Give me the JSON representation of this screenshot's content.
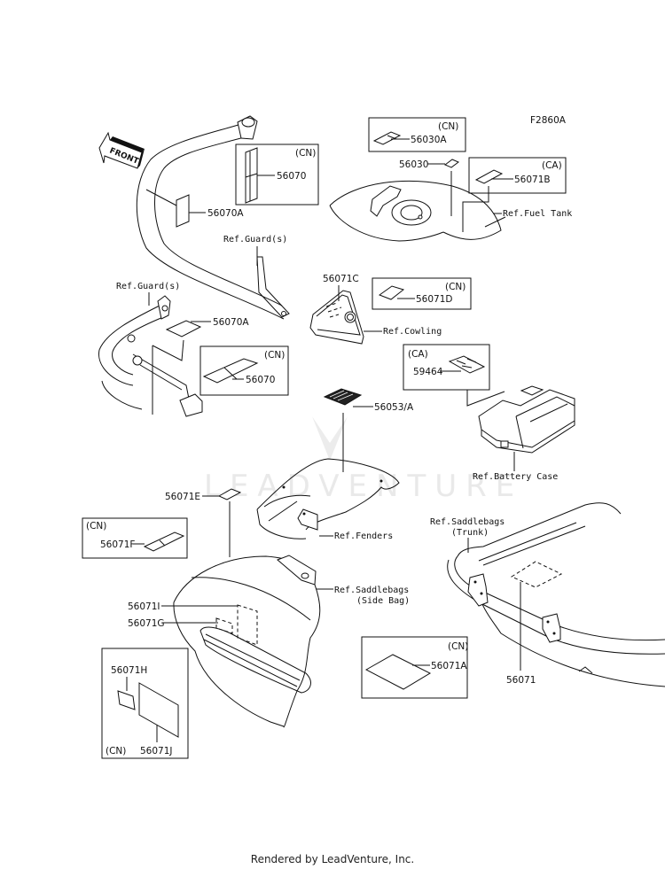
{
  "diagram": {
    "figure_id": "F2860A",
    "front_arrow": "FRONT",
    "watermark": "LEADVENTURE",
    "footer": "Rendered by LeadVenture, Inc."
  },
  "region_tags": {
    "cn": "(CN)",
    "ca": "(CA)"
  },
  "parts": [
    {
      "id": "56030A",
      "region": "CN"
    },
    {
      "id": "56030",
      "region": ""
    },
    {
      "id": "56071B",
      "region": "CA"
    },
    {
      "id": "56070",
      "region": "CN"
    },
    {
      "id": "56070A",
      "region": ""
    },
    {
      "id": "56071C",
      "region": ""
    },
    {
      "id": "56071D",
      "region": "CN"
    },
    {
      "id": "59464",
      "region": "CA"
    },
    {
      "id": "56053/A",
      "region": ""
    },
    {
      "id": "56071E",
      "region": ""
    },
    {
      "id": "56071F",
      "region": "CN"
    },
    {
      "id": "56071I",
      "region": ""
    },
    {
      "id": "56071G",
      "region": ""
    },
    {
      "id": "56071H",
      "region": "CN"
    },
    {
      "id": "56071J",
      "region": "CN"
    },
    {
      "id": "56071A",
      "region": "CN"
    },
    {
      "id": "56071",
      "region": ""
    }
  ],
  "labels": {
    "p56030A": "56030A",
    "p56030": "56030",
    "p56071B": "56071B",
    "p56070_top": "56070",
    "p56070A_top": "56070A",
    "p56070A_low": "56070A",
    "p56070_low": "56070",
    "p56071C": "56071C",
    "p56071D": "56071D",
    "p59464": "59464",
    "p56053A": "56053/A",
    "p56071E": "56071E",
    "p56071F": "56071F",
    "p56071I": "56071I",
    "p56071G": "56071G",
    "p56071H": "56071H",
    "p56071J": "56071J",
    "p56071A": "56071A",
    "p56071": "56071"
  },
  "references": {
    "fuel_tank": "Ref.Fuel Tank",
    "guards_upper": "Ref.Guard(s)",
    "guards_lower": "Ref.Guard(s)",
    "cowling": "Ref.Cowling",
    "battery_case": "Ref.Battery Case",
    "fenders": "Ref.Fenders",
    "saddlebags_side_1": "Ref.Saddlebags",
    "saddlebags_side_2": "(Side Bag)",
    "saddlebags_trunk_1": "Ref.Saddlebags",
    "saddlebags_trunk_2": "(Trunk)"
  }
}
